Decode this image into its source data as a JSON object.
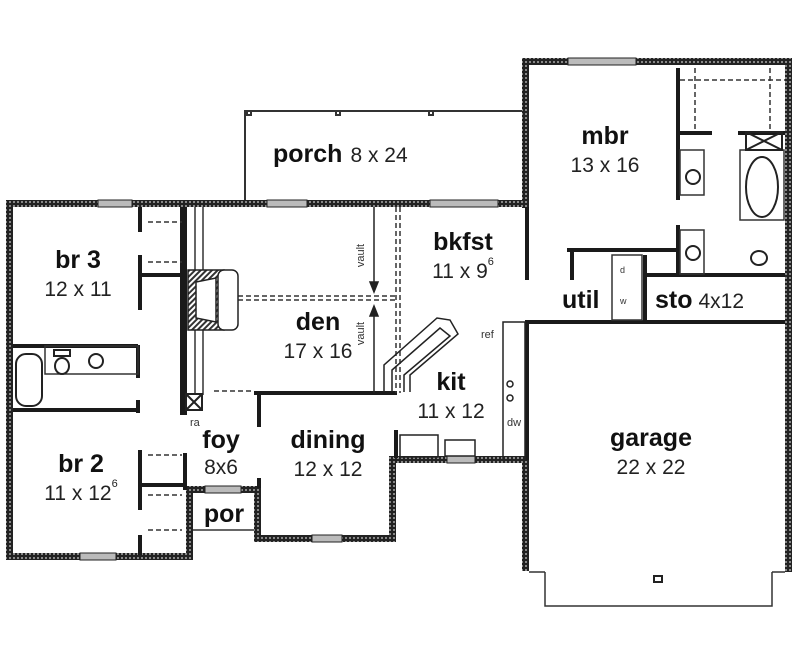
{
  "plan": {
    "rooms": [
      {
        "id": "porch",
        "name": "porch",
        "dim": "8 x 24"
      },
      {
        "id": "mbr",
        "name": "mbr",
        "dim": "13 x 16"
      },
      {
        "id": "br3",
        "name": "br 3",
        "dim": "12 x 11"
      },
      {
        "id": "bkfst",
        "name": "bkfst",
        "dim": "11 x 9",
        "dim_sup": "6"
      },
      {
        "id": "den",
        "name": "den",
        "dim": "17 x 16"
      },
      {
        "id": "util",
        "name": "util",
        "dim": ""
      },
      {
        "id": "sto",
        "name": "sto",
        "dim": "4x12"
      },
      {
        "id": "kit",
        "name": "kit",
        "dim": "11 x 12"
      },
      {
        "id": "foy",
        "name": "foy",
        "dim": "8x6"
      },
      {
        "id": "dining",
        "name": "dining",
        "dim": "12 x 12"
      },
      {
        "id": "garage",
        "name": "garage",
        "dim": "22 x 22"
      },
      {
        "id": "br2",
        "name": "br 2",
        "dim": "11 x 12",
        "dim_sup": "6"
      },
      {
        "id": "por",
        "name": "por",
        "dim": ""
      }
    ],
    "annotations": {
      "vault_top": "vault",
      "vault_bottom": "vault",
      "ref": "ref",
      "dw": "dw",
      "ra": "ra",
      "dryer": "d",
      "washer": "w"
    },
    "colors": {
      "wall": "#1a1a1a",
      "line": "#333333",
      "background": "#ffffff"
    }
  }
}
